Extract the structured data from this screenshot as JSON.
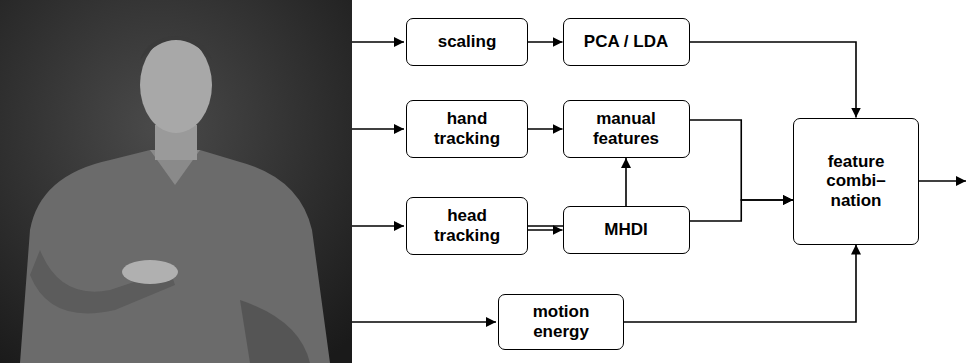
{
  "diagram": {
    "nodes": [
      {
        "text": [
          "scaling"
        ]
      },
      {
        "text": [
          "PCA / LDA"
        ]
      },
      {
        "text": [
          "hand tracking"
        ]
      },
      {
        "text": [
          "manual features"
        ]
      },
      {
        "text": [
          "feature combi– nation"
        ]
      },
      {
        "text": [
          "head tracking"
        ]
      },
      {
        "text": [
          "MHDI"
        ]
      },
      {
        "text": [
          "motion energy"
        ]
      }
    ],
    "edges": [
      {
        "from": 0,
        "to": 1,
        "arrow": "to"
      },
      {
        "from": 1,
        "to": 4,
        "arrow": "to"
      },
      {
        "from": 2,
        "to": 3,
        "arrow": "to"
      },
      {
        "from": 5,
        "to": 3,
        "arrow": "to"
      },
      {
        "from": 5,
        "to": 6,
        "arrow": "to"
      },
      {
        "from": 3,
        "to": 4,
        "arrow": "to"
      },
      {
        "from": 6,
        "to": 4,
        "arrow": "to"
      },
      {
        "from": 7,
        "to": 4,
        "arrow": "to"
      }
    ]
  }
}
